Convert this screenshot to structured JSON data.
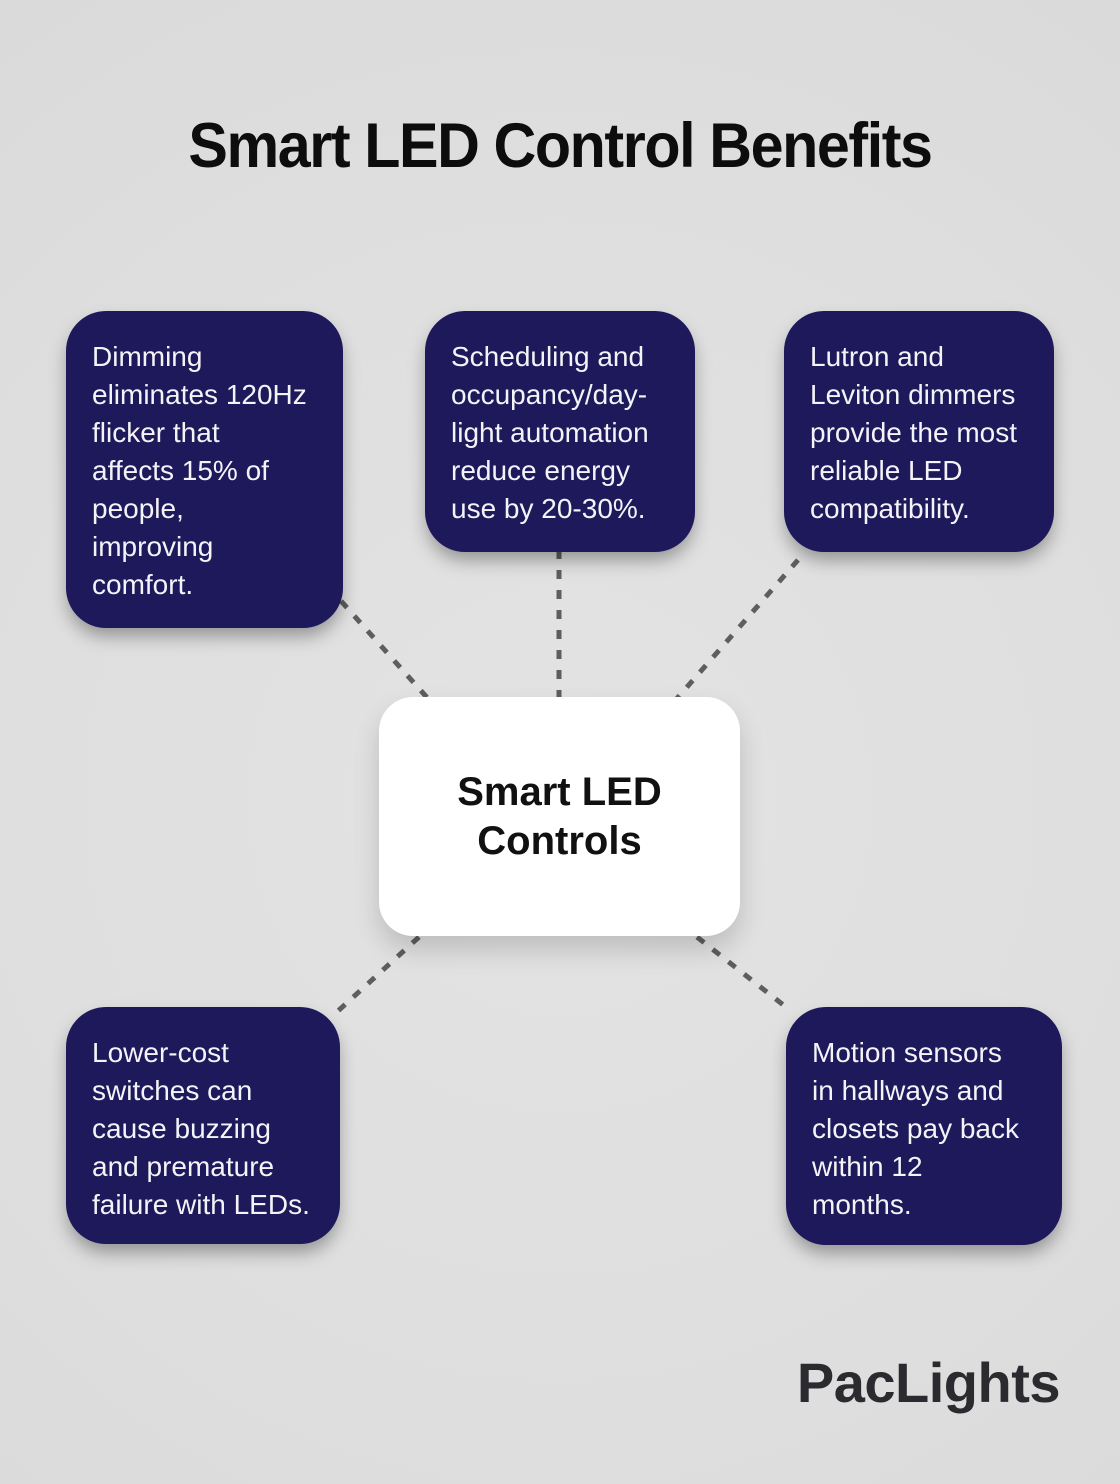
{
  "title": "Smart LED Control Benefits",
  "center": {
    "label": "Smart LED\nControls"
  },
  "cards": [
    {
      "position": "top-left",
      "text": "Dimming\neliminates 120Hz\nflicker that\naffects 15% of\npeople,\nimproving\ncomfort."
    },
    {
      "position": "top-middle",
      "text": "Scheduling and\noccupancy/day-\nlight automation\nreduce energy\nuse by 20-30%."
    },
    {
      "position": "top-right",
      "text": "Lutron and\nLeviton dimmers\nprovide the most\nreliable LED\ncompatibility."
    },
    {
      "position": "bottom-left",
      "text": "Lower-cost\nswitches can\ncause buzzing\nand premature\nfailure with LEDs."
    },
    {
      "position": "bottom-right",
      "text": "Motion sensors\nin hallways and\nclosets pay back\nwithin 12\nmonths."
    }
  ],
  "logo": "PacLights",
  "colors": {
    "background": "#dfdfdf",
    "card": "#1d195b",
    "card_text": "#f4f3f7",
    "center_bg": "#ffffff",
    "center_text": "#111111",
    "connector": "#5e5e5e",
    "title": "#0d0d0d",
    "logo": "#2b2a2f"
  }
}
